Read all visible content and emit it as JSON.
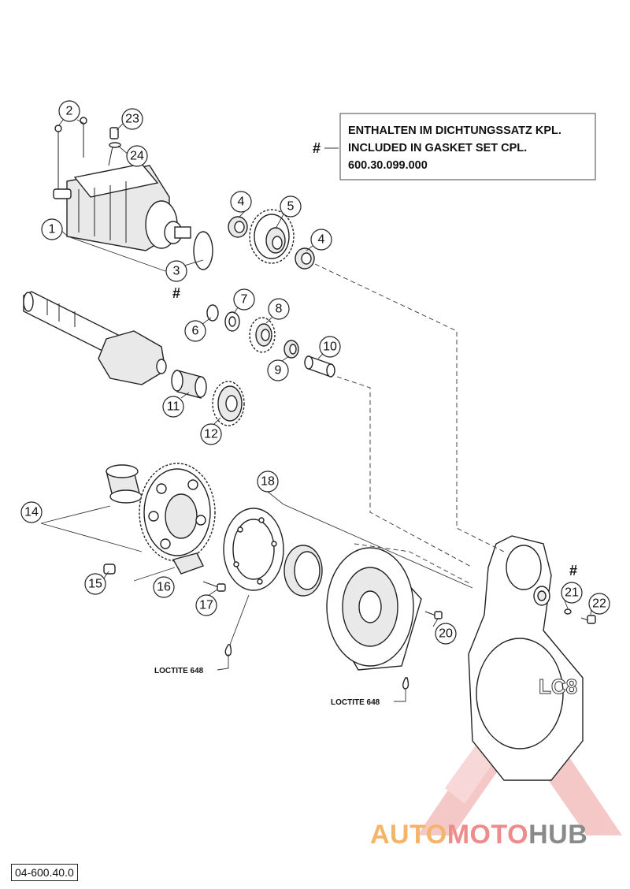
{
  "callouts": [
    {
      "id": "c1",
      "label": "1"
    },
    {
      "id": "c2",
      "label": "2"
    },
    {
      "id": "c3",
      "label": "3"
    },
    {
      "id": "c4a",
      "label": "4"
    },
    {
      "id": "c4b",
      "label": "4"
    },
    {
      "id": "c5",
      "label": "5"
    },
    {
      "id": "c6",
      "label": "6"
    },
    {
      "id": "c7",
      "label": "7"
    },
    {
      "id": "c8",
      "label": "8"
    },
    {
      "id": "c9",
      "label": "9"
    },
    {
      "id": "c10",
      "label": "10"
    },
    {
      "id": "c11",
      "label": "11"
    },
    {
      "id": "c12",
      "label": "12"
    },
    {
      "id": "c14",
      "label": "14"
    },
    {
      "id": "c15",
      "label": "15"
    },
    {
      "id": "c16",
      "label": "16"
    },
    {
      "id": "c17",
      "label": "17"
    },
    {
      "id": "c18",
      "label": "18"
    },
    {
      "id": "c20",
      "label": "20"
    },
    {
      "id": "c21",
      "label": "21"
    },
    {
      "id": "c22",
      "label": "22"
    },
    {
      "id": "c23",
      "label": "23"
    },
    {
      "id": "c24",
      "label": "24"
    }
  ],
  "note": {
    "symbol": "#",
    "line1": "ENTHALTEN IM DICHTUNGSSATZ KPL.",
    "line2": "INCLUDED IN GASKET SET CPL.",
    "line3": "600.30.099.000"
  },
  "markers": {
    "hash_part3": "#",
    "hash_part21": "#"
  },
  "loctite": {
    "left": "LOCTITE 648",
    "right": "LOCTITE 648"
  },
  "cover_logo": "LC8",
  "drawing_code": "04-600.40.0",
  "watermark": {
    "part1": "AUTO",
    "part2": "MOTO",
    "part3": "HUB"
  },
  "colors": {
    "watermark_orange": "#f4b46a",
    "watermark_red": "#ef8b8b",
    "watermark_gray": "#8a8a8a"
  }
}
